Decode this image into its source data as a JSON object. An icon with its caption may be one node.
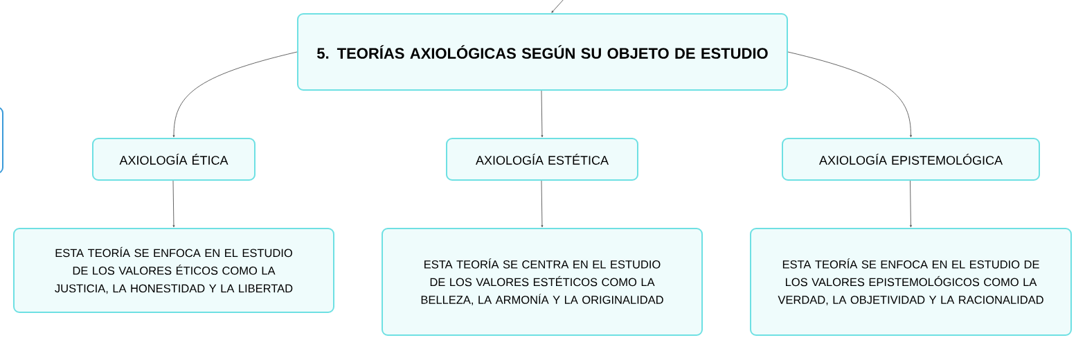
{
  "diagram": {
    "nodes": [
      {
        "text": [
          "5. TEORÍAS AXIOLÓGICAS SEGÚN SU OBJETO DE ESTUDIO"
        ]
      },
      {
        "text": [
          "AXIOLOGÍA ÉTICA"
        ]
      },
      {
        "text": [
          "AXIOLOGÍA ESTÉTICA"
        ]
      },
      {
        "text": [
          "AXIOLOGÍA EPISTEMOLÓGICA"
        ]
      },
      {
        "text": [
          "ESTA TEORÍA SE ENFOCA EN EL ESTUDIO DE LOS VALORES ÉTICOS COMO LA JUSTICIA, LA HONESTIDAD Y LA LIBERTAD"
        ]
      },
      {
        "text": [
          "ESTA TEORÍA SE CENTRA EN EL ESTUDIO DE LOS VALORES ESTÉTICOS COMO LA BELLEZA, LA ARMONÍA Y LA ORIGINALIDAD"
        ]
      },
      {
        "text": [
          "ESTA TEORÍA SE ENFOCA EN EL ESTUDIO DE LOS VALORES EPISTEMOLÓGICOS COMO LA VERDAD, LA OBJETIVIDAD Y LA RACIONALIDAD"
        ]
      },
      {
        "text": [],
        "shape": "box"
      }
    ],
    "edges": [
      {
        "from": null,
        "to": 0,
        "arrow": "to"
      },
      {
        "from": 0,
        "to": 1,
        "arrow": "to"
      },
      {
        "from": 0,
        "to": 2,
        "arrow": "to"
      },
      {
        "from": 0,
        "to": 3,
        "arrow": "to"
      },
      {
        "from": 1,
        "to": 4,
        "arrow": "to"
      },
      {
        "from": 2,
        "to": 5,
        "arrow": "to"
      },
      {
        "from": 3,
        "to": 6,
        "arrow": "to"
      }
    ]
  }
}
